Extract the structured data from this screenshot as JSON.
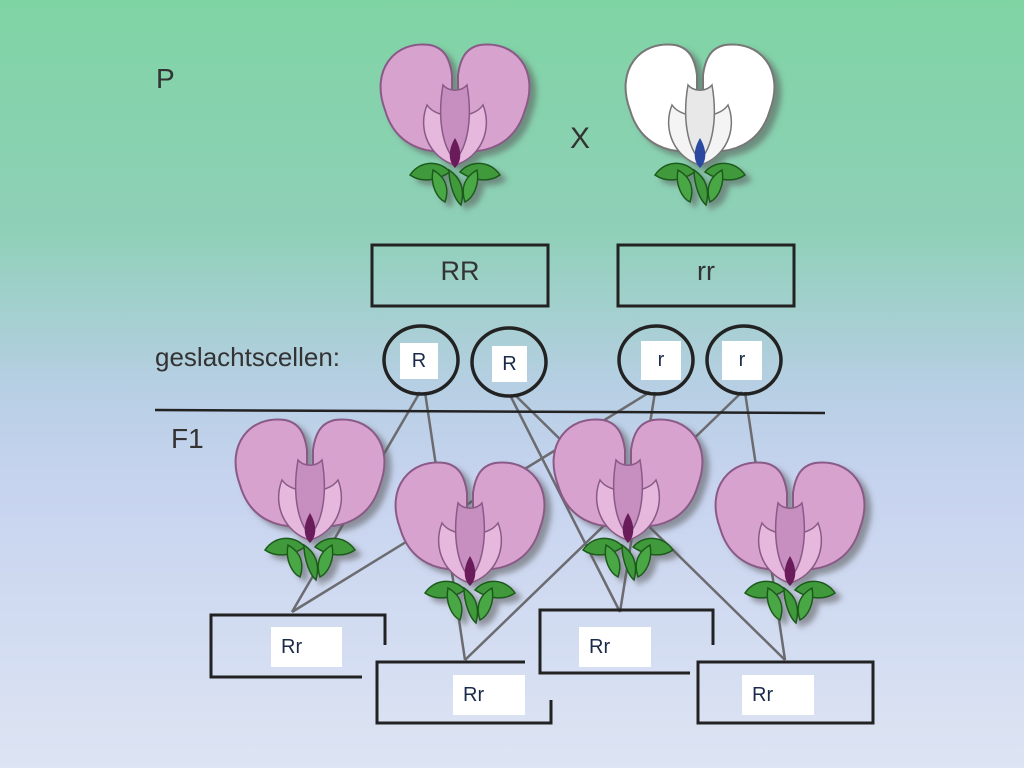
{
  "generations": {
    "parent_label": "P",
    "f1_label": "F1"
  },
  "cross_symbol": "X",
  "gametes_label": "geslachtscellen:",
  "parents": [
    {
      "flower_color": "purple",
      "genotype": "RR"
    },
    {
      "flower_color": "white",
      "genotype": "rr"
    }
  ],
  "gametes": [
    "R",
    "R",
    "r",
    "r"
  ],
  "offspring": [
    {
      "flower_color": "purple",
      "genotype": "Rr"
    },
    {
      "flower_color": "purple",
      "genotype": "Rr"
    },
    {
      "flower_color": "purple",
      "genotype": "Rr"
    },
    {
      "flower_color": "purple",
      "genotype": "Rr"
    }
  ],
  "colors": {
    "purple_petal": "#d8a2cf",
    "purple_center": "#6a1a5a",
    "white_petal": "#ffffff",
    "white_center": "#2a4aa0",
    "leaf": "#3f9a3a",
    "line": "#6b6b70"
  }
}
